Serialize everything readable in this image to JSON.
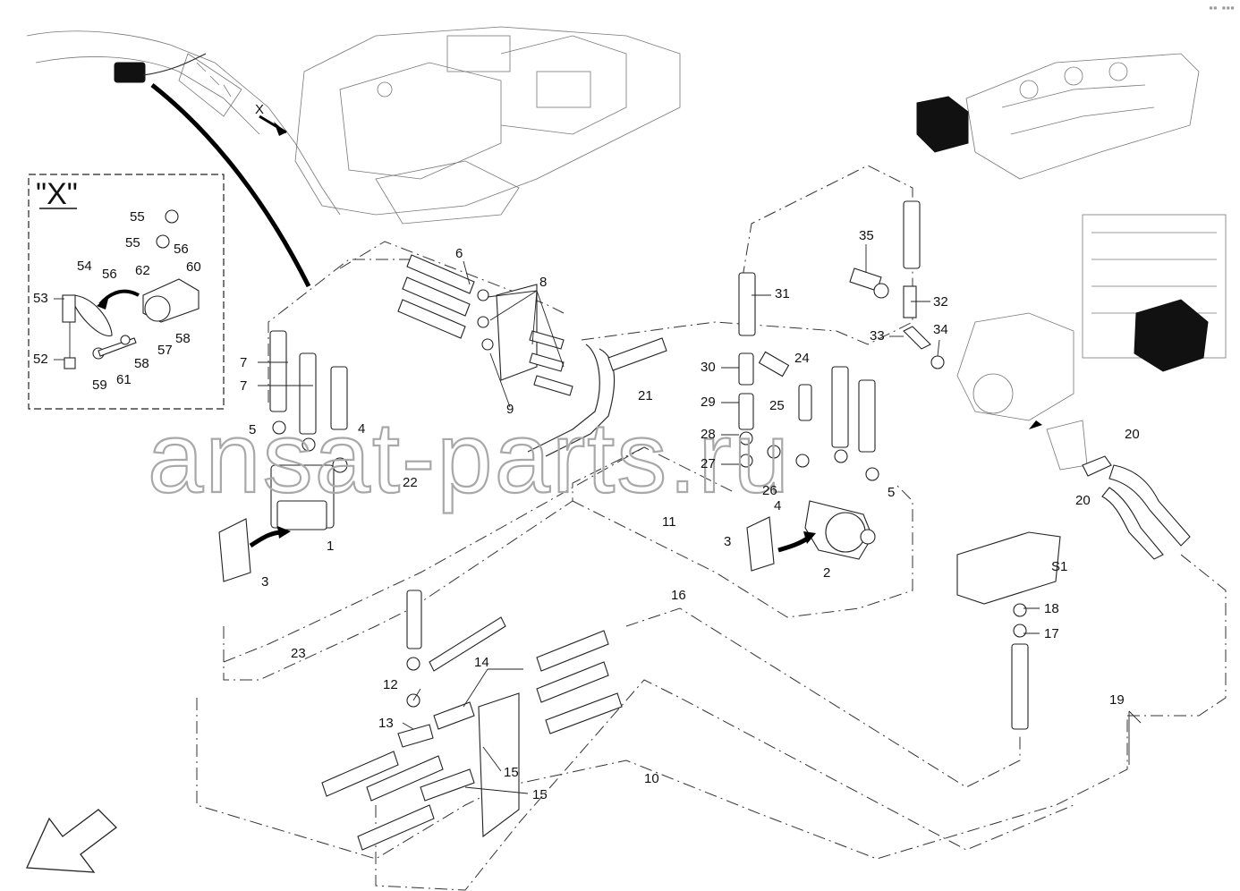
{
  "detail": {
    "title": "\"X\"",
    "view_marker": "X"
  },
  "watermark": "ansat-parts.ru",
  "corner_mark": "▪▪ ▪▪▪",
  "callouts": {
    "c1": "1",
    "c2": "2",
    "c3a": "3",
    "c3b": "3",
    "c4a": "4",
    "c4b": "4",
    "c5a": "5",
    "c5b": "5",
    "c6": "6",
    "c7a": "7",
    "c7b": "7",
    "c8": "8",
    "c9": "9",
    "c10": "10",
    "c11": "11",
    "c12": "12",
    "c13": "13",
    "c14": "14",
    "c15a": "15",
    "c15b": "15",
    "c16": "16",
    "c17": "17",
    "c18": "18",
    "c19": "19",
    "c20a": "20",
    "c20b": "20",
    "c21": "21",
    "c22": "22",
    "c23": "23",
    "c24": "24",
    "c25": "25",
    "c26": "26",
    "c27": "27",
    "c28": "28",
    "c29": "29",
    "c30": "30",
    "c31": "31",
    "c32": "32",
    "c33": "33",
    "c34": "34",
    "c35": "35",
    "c52": "52",
    "c53": "53",
    "c54": "54",
    "c55a": "55",
    "c55b": "55",
    "c56a": "56",
    "c56b": "56",
    "c57": "57",
    "c58a": "58",
    "c58b": "58",
    "c59": "59",
    "c60": "60",
    "c61": "61",
    "c62": "62",
    "cS1": "S1"
  }
}
